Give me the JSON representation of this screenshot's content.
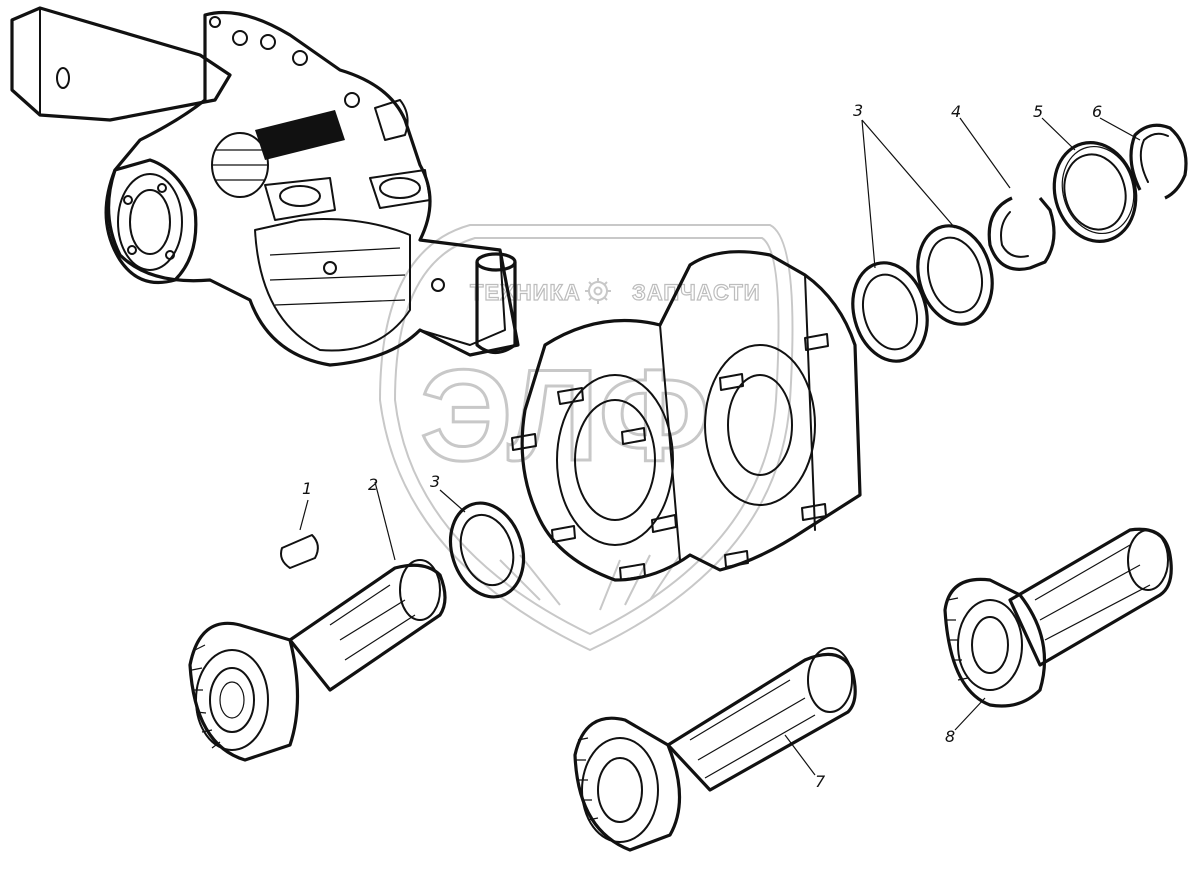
{
  "watermark": {
    "left_text": "ТЕХНИКА",
    "right_text": "ЗАПЧАСТИ",
    "logo_text": "ЭЛФ"
  },
  "callouts": [
    {
      "id": "callout-1",
      "text": "1"
    },
    {
      "id": "callout-2",
      "text": "2"
    },
    {
      "id": "callout-3-lower",
      "text": "3"
    },
    {
      "id": "callout-3-upper",
      "text": "3"
    },
    {
      "id": "callout-4",
      "text": "4"
    },
    {
      "id": "callout-5",
      "text": "5"
    },
    {
      "id": "callout-6",
      "text": "6"
    },
    {
      "id": "callout-7",
      "text": "7"
    },
    {
      "id": "callout-8",
      "text": "8"
    }
  ],
  "icons": [
    "gear-watermark-icon"
  ]
}
